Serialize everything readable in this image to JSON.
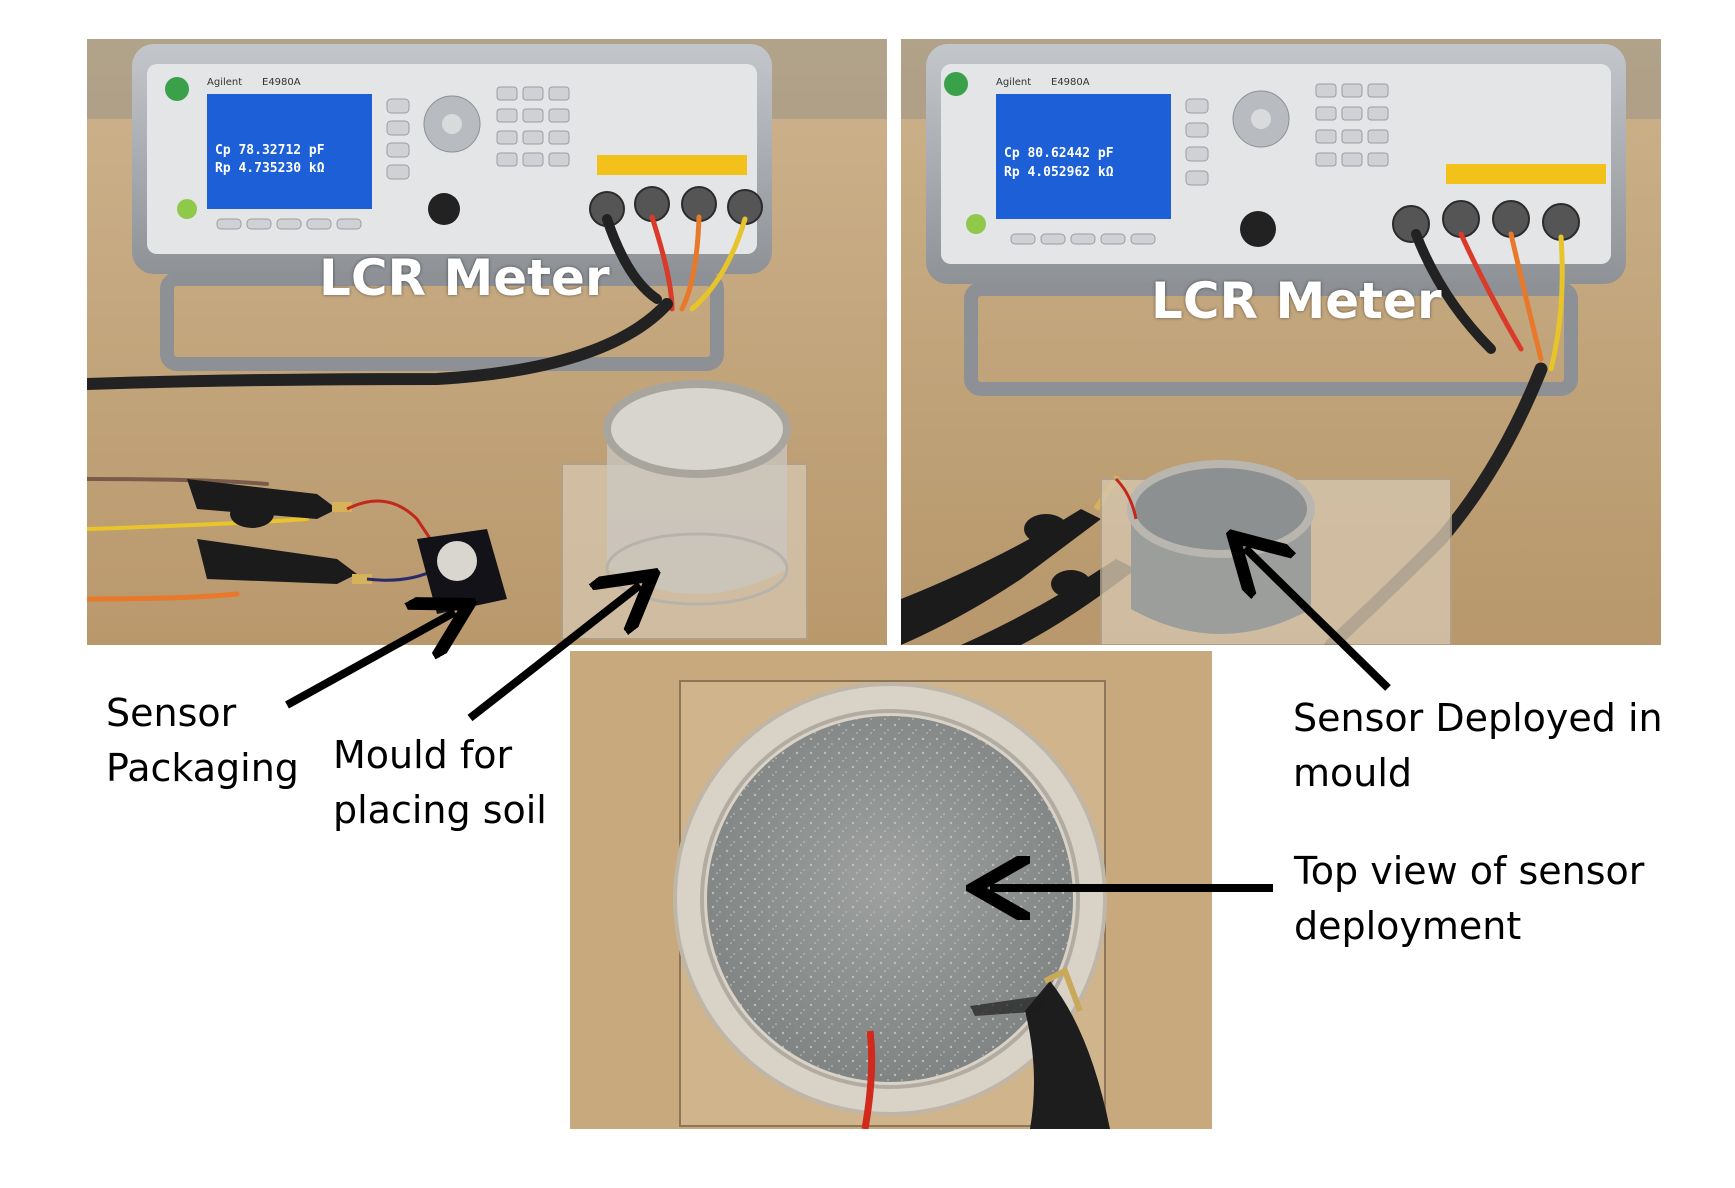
{
  "photos": {
    "left": {
      "meter_label": "LCR Meter",
      "meter_brand": "Agilent",
      "meter_model": "E4980A",
      "reading_cp": "Cp   78.32712 pF",
      "reading_rp": "Rp   4.735230 kΩ"
    },
    "right": {
      "meter_label": "LCR Meter",
      "meter_brand": "Agilent",
      "meter_model": "E4980A",
      "reading_cp": "Cp   80.62442 pF",
      "reading_rp": "Rp   4.052962 kΩ"
    },
    "bottom": {}
  },
  "captions": {
    "sensor_packaging": [
      "Sensor",
      "Packaging"
    ],
    "mould": [
      "Mould for",
      "placing soil"
    ],
    "deployed": [
      "Sensor Deployed in",
      "mould"
    ],
    "top_view": [
      "Top view of sensor",
      "deployment"
    ]
  },
  "colors": {
    "background": "#ffffff",
    "desk": "#c8a97e",
    "meter_body": "#a9adb2",
    "lcd": "#1c5fd6",
    "soil": "#8c9090",
    "arrow": "#000000"
  }
}
